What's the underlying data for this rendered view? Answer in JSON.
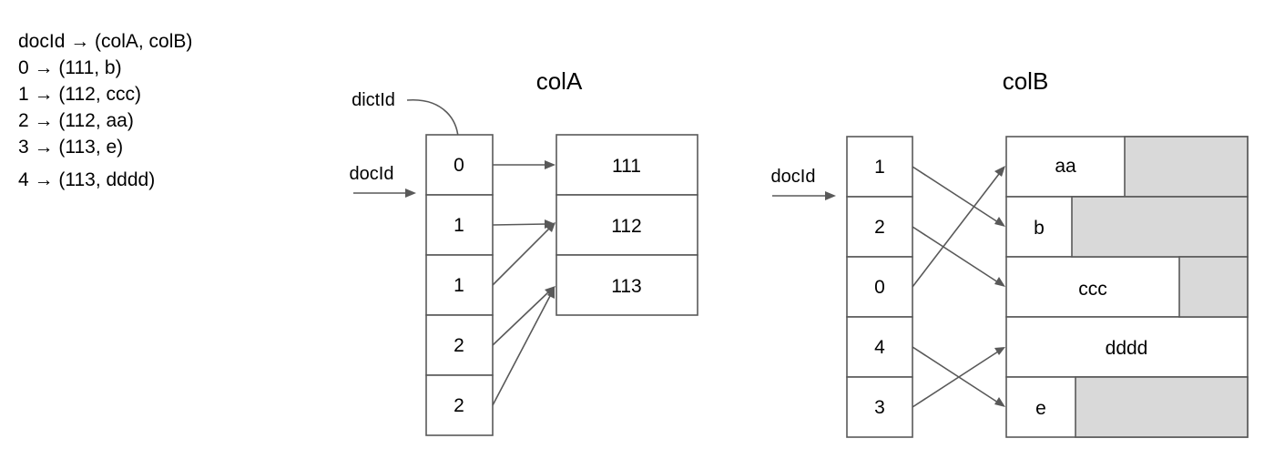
{
  "mapping": {
    "header": "docId → (colA, colB)",
    "rows": [
      "0 → (111, b)",
      "1 → (112, ccc)",
      "2 → (112, aa)",
      "3 → (113, e)",
      "4 → (113, dddd)"
    ]
  },
  "colA": {
    "title": "colA",
    "dictid_label": "dictId",
    "docid_label": "docId",
    "forward_index": [
      "0",
      "1",
      "1",
      "2",
      "2"
    ],
    "dictionary": [
      "111",
      "112",
      "113"
    ]
  },
  "colB": {
    "title": "colB",
    "docid_label": "docId",
    "forward_index": [
      "1",
      "2",
      "0",
      "4",
      "3"
    ],
    "dictionary": [
      "aa",
      "b",
      "ccc",
      "dddd",
      "e"
    ]
  },
  "colors": {
    "line": "#595959",
    "padding_fill": "#d9d9d9",
    "text": "#111111"
  }
}
